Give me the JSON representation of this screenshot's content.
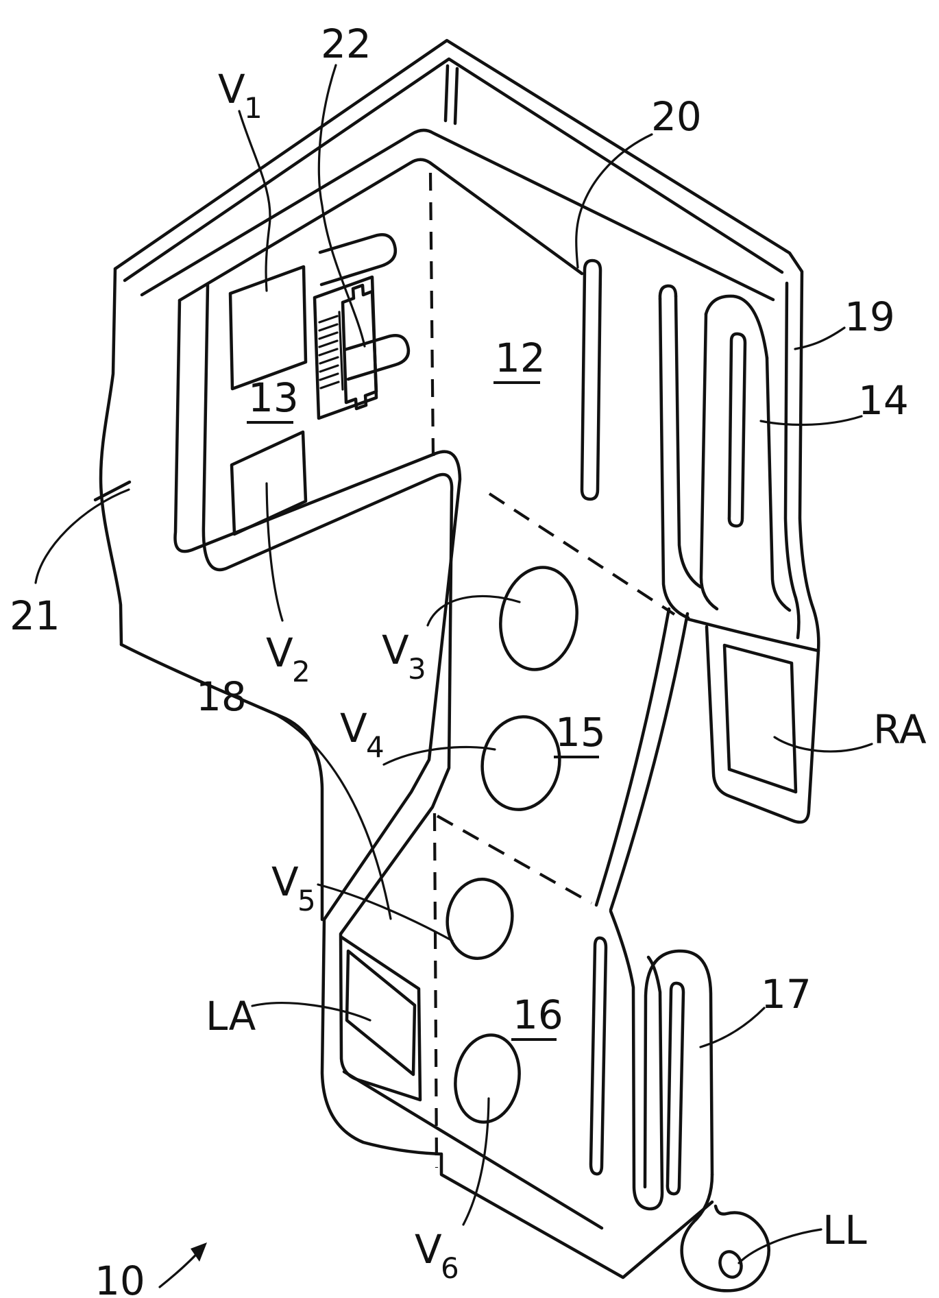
{
  "figure": {
    "kind": "patent-line-drawing",
    "device_reference": "10",
    "panel_references": [
      "12",
      "13",
      "15",
      "16"
    ],
    "feature_references": [
      "14",
      "17",
      "18",
      "19",
      "20",
      "21",
      "22"
    ],
    "electrode_labels": [
      "V1",
      "V2",
      "V3",
      "V4",
      "V5",
      "V6",
      "RA",
      "LA",
      "LL"
    ]
  },
  "labels": {
    "n10": "10",
    "n12": "12",
    "n13": "13",
    "n14": "14",
    "n15": "15",
    "n16": "16",
    "n17": "17",
    "n18": "18",
    "n19": "19",
    "n20": "20",
    "n21": "21",
    "n22": "22",
    "ra": "RA",
    "la": "LA",
    "ll": "LL",
    "v1": {
      "base": "V",
      "sub": "1"
    },
    "v2": {
      "base": "V",
      "sub": "2"
    },
    "v3": {
      "base": "V",
      "sub": "3"
    },
    "v4": {
      "base": "V",
      "sub": "4"
    },
    "v5": {
      "base": "V",
      "sub": "5"
    },
    "v6": {
      "base": "V",
      "sub": "6"
    }
  }
}
